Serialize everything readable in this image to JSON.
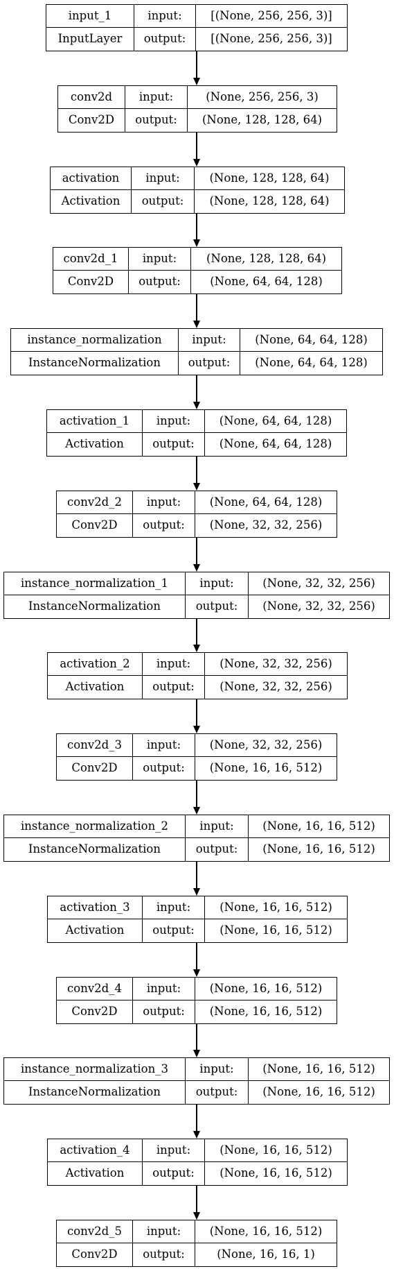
{
  "layers": [
    {
      "name": "input_1",
      "type": "InputLayer",
      "in_label": "input:",
      "out_label": "output:",
      "input_shape": "[(None, 256, 256, 3)]",
      "output_shape": "[(None, 256, 256, 3)]"
    },
    {
      "name": "conv2d",
      "type": "Conv2D",
      "in_label": "input:",
      "out_label": "output:",
      "input_shape": "(None, 256, 256, 3)",
      "output_shape": "(None, 128, 128, 64)"
    },
    {
      "name": "activation",
      "type": "Activation",
      "in_label": "input:",
      "out_label": "output:",
      "input_shape": "(None, 128, 128, 64)",
      "output_shape": "(None, 128, 128, 64)"
    },
    {
      "name": "conv2d_1",
      "type": "Conv2D",
      "in_label": "input:",
      "out_label": "output:",
      "input_shape": "(None, 128, 128, 64)",
      "output_shape": "(None, 64, 64, 128)"
    },
    {
      "name": "instance_normalization",
      "type": "InstanceNormalization",
      "in_label": "input:",
      "out_label": "output:",
      "input_shape": "(None, 64, 64, 128)",
      "output_shape": "(None, 64, 64, 128)"
    },
    {
      "name": "activation_1",
      "type": "Activation",
      "in_label": "input:",
      "out_label": "output:",
      "input_shape": "(None, 64, 64, 128)",
      "output_shape": "(None, 64, 64, 128)"
    },
    {
      "name": "conv2d_2",
      "type": "Conv2D",
      "in_label": "input:",
      "out_label": "output:",
      "input_shape": "(None, 64, 64, 128)",
      "output_shape": "(None, 32, 32, 256)"
    },
    {
      "name": "instance_normalization_1",
      "type": "InstanceNormalization",
      "in_label": "input:",
      "out_label": "output:",
      "input_shape": "(None, 32, 32, 256)",
      "output_shape": "(None, 32, 32, 256)"
    },
    {
      "name": "activation_2",
      "type": "Activation",
      "in_label": "input:",
      "out_label": "output:",
      "input_shape": "(None, 32, 32, 256)",
      "output_shape": "(None, 32, 32, 256)"
    },
    {
      "name": "conv2d_3",
      "type": "Conv2D",
      "in_label": "input:",
      "out_label": "output:",
      "input_shape": "(None, 32, 32, 256)",
      "output_shape": "(None, 16, 16, 512)"
    },
    {
      "name": "instance_normalization_2",
      "type": "InstanceNormalization",
      "in_label": "input:",
      "out_label": "output:",
      "input_shape": "(None, 16, 16, 512)",
      "output_shape": "(None, 16, 16, 512)"
    },
    {
      "name": "activation_3",
      "type": "Activation",
      "in_label": "input:",
      "out_label": "output:",
      "input_shape": "(None, 16, 16, 512)",
      "output_shape": "(None, 16, 16, 512)"
    },
    {
      "name": "conv2d_4",
      "type": "Conv2D",
      "in_label": "input:",
      "out_label": "output:",
      "input_shape": "(None, 16, 16, 512)",
      "output_shape": "(None, 16, 16, 512)"
    },
    {
      "name": "instance_normalization_3",
      "type": "InstanceNormalization",
      "in_label": "input:",
      "out_label": "output:",
      "input_shape": "(None, 16, 16, 512)",
      "output_shape": "(None, 16, 16, 512)"
    },
    {
      "name": "activation_4",
      "type": "Activation",
      "in_label": "input:",
      "out_label": "output:",
      "input_shape": "(None, 16, 16, 512)",
      "output_shape": "(None, 16, 16, 512)"
    },
    {
      "name": "conv2d_5",
      "type": "Conv2D",
      "in_label": "input:",
      "out_label": "output:",
      "input_shape": "(None, 16, 16, 512)",
      "output_shape": "(None, 16, 16, 1)"
    }
  ]
}
